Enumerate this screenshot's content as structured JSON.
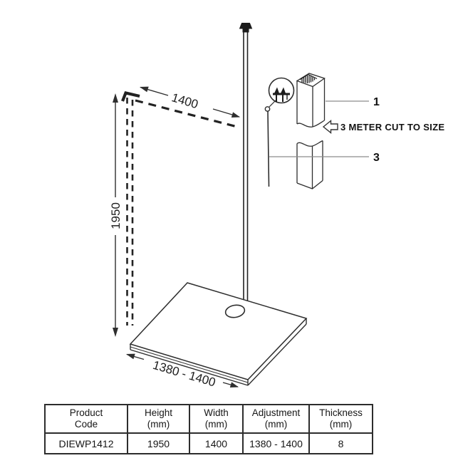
{
  "diagram": {
    "dimensions": {
      "width_top": "1400",
      "height_left": "1950",
      "adjustment_bottom": "1380 - 1400"
    },
    "callouts": {
      "part_1_label": "1",
      "part_3_label": "3",
      "cut_note": "3 METER CUT TO SIZE"
    },
    "colors": {
      "line": "#2e2e2e",
      "leader": "#8c8c8c",
      "fill_dark": "#1c1c1c"
    }
  },
  "spec_table": {
    "headers": [
      {
        "line1": "Product",
        "line2": "Code"
      },
      {
        "line1": "Height",
        "line2": "(mm)"
      },
      {
        "line1": "Width",
        "line2": "(mm)"
      },
      {
        "line1": "Adjustment",
        "line2": "(mm)"
      },
      {
        "line1": "Thickness",
        "line2": "(mm)"
      }
    ],
    "rows": [
      [
        "DIEWP1412",
        "1950",
        "1400",
        "1380 - 1400",
        "8"
      ]
    ]
  }
}
